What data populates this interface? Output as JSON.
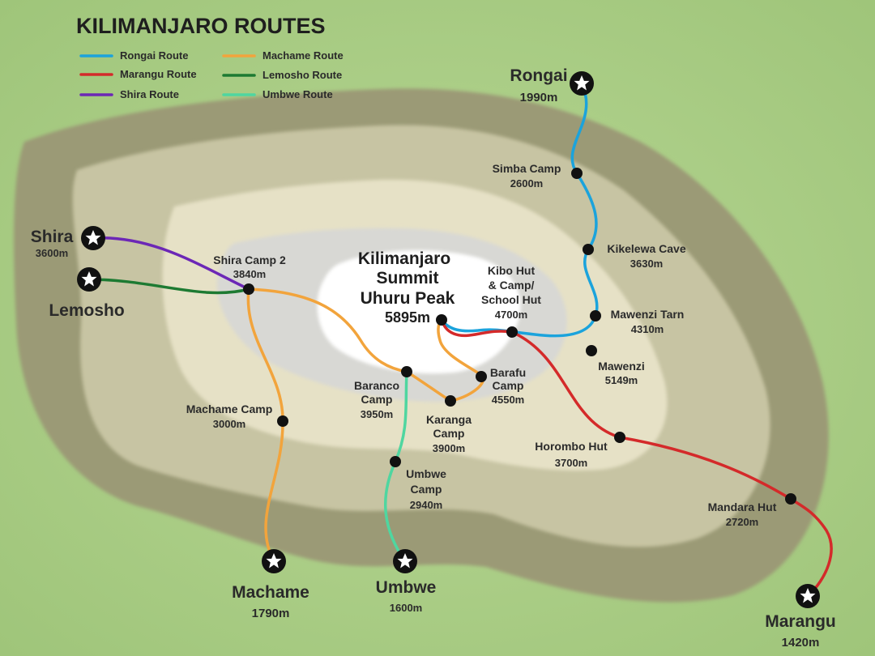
{
  "title": "KILIMANJARO ROUTES",
  "legend": [
    {
      "label": "Rongai Route",
      "color": "#1ba3dc"
    },
    {
      "label": "Marangu Route",
      "color": "#d42a2a"
    },
    {
      "label": "Shira Route",
      "color": "#6c27b6"
    },
    {
      "label": "Machame Route",
      "color": "#f2a43c"
    },
    {
      "label": "Lemosho Route",
      "color": "#1d7a32"
    },
    {
      "label": "Umbwe Route",
      "color": "#4fd6a0"
    }
  ],
  "summit": {
    "line1": "Kilimanjaro",
    "line2": "Summit",
    "line3": "Uhuru Peak",
    "altitude": "5895m"
  },
  "trailheads": {
    "rongai": {
      "name": "Rongai",
      "altitude": "1990m"
    },
    "shira": {
      "name": "Shira",
      "altitude": "3600m"
    },
    "lemosho": {
      "name": "Lemosho"
    },
    "machame": {
      "name": "Machame",
      "altitude": "1790m"
    },
    "umbwe": {
      "name": "Umbwe",
      "altitude": "1600m"
    },
    "marangu": {
      "name": "Marangu",
      "altitude": "1420m"
    }
  },
  "camps": {
    "simba": {
      "name": "Simba Camp",
      "altitude": "2600m"
    },
    "kikelewa": {
      "name": "Kikelewa Cave",
      "altitude": "3630m"
    },
    "mawenzi_tarn": {
      "name": "Mawenzi Tarn",
      "altitude": "4310m"
    },
    "mawenzi": {
      "name": "Mawenzi",
      "altitude": "5149m"
    },
    "kibo": {
      "line1": "Kibo Hut",
      "line2": "& Camp/",
      "line3": "School Hut",
      "altitude": "4700m"
    },
    "barafu": {
      "line1": "Barafu",
      "line2": "Camp",
      "altitude": "4550m"
    },
    "karanga": {
      "line1": "Karanga",
      "line2": "Camp",
      "altitude": "3900m"
    },
    "baranco": {
      "line1": "Baranco",
      "line2": "Camp",
      "altitude": "3950m"
    },
    "shira2": {
      "name": "Shira Camp 2",
      "altitude": "3840m"
    },
    "machame_camp": {
      "name": "Machame Camp",
      "altitude": "3000m"
    },
    "umbwe_camp": {
      "line1": "Umbwe",
      "line2": "Camp",
      "altitude": "2940m"
    },
    "horombo": {
      "name": "Horombo Hut",
      "altitude": "3700m"
    },
    "mandara": {
      "name": "Mandara Hut",
      "altitude": "2720m"
    }
  },
  "colors": {
    "background": "#a9cc84",
    "zone1": "#9d9c78",
    "zone2": "#c8c6a6",
    "zone3": "#e6e2c8",
    "zone4": "#d9d9d6",
    "summit_snow": "#ffffff"
  }
}
